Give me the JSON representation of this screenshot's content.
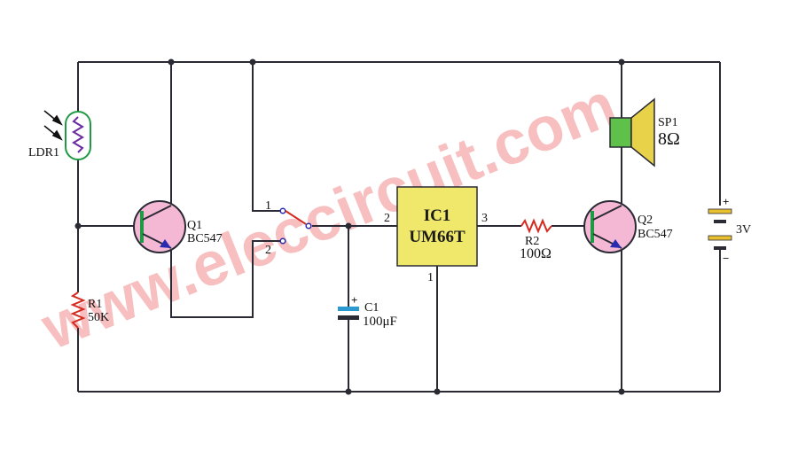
{
  "colors": {
    "wire": "#2a2a35",
    "transistor_body": "#f4b8d4",
    "transistor_base": "#1f9a44",
    "arrow": "#2a2ab0",
    "ldr_body": "#1f9a44",
    "ldr_zigzag": "#6a2aa0",
    "resistor": "#d42a20",
    "ic_fill": "#f0e86a",
    "speaker_body": "#5fc04a",
    "speaker_cone": "#e8d24a",
    "capacitor": "#2a9ad0",
    "battery_cell": "#e8c030",
    "watermark": "#f08a8a"
  },
  "labels": {
    "ldr1": "LDR1",
    "q1_ref": "Q1",
    "q1_part": "BC547",
    "r1_ref": "R1",
    "r1_value": "50K",
    "switch_pos1": "1",
    "switch_pos2": "2",
    "c1_ref": "C1",
    "c1_value": "100μF",
    "c1_plus": "+",
    "ic_ref": "IC1",
    "ic_part": "UM66T",
    "ic_pin1": "1",
    "ic_pin2": "2",
    "ic_pin3": "3",
    "r2_ref": "R2",
    "r2_value": "100Ω",
    "q2_ref": "Q2",
    "q2_part": "BC547",
    "sp1_ref": "SP1",
    "sp1_value": "8Ω",
    "battery_value": "3V",
    "battery_plus": "+",
    "battery_minus": "−"
  },
  "watermark": "www.eleccircuit.com"
}
